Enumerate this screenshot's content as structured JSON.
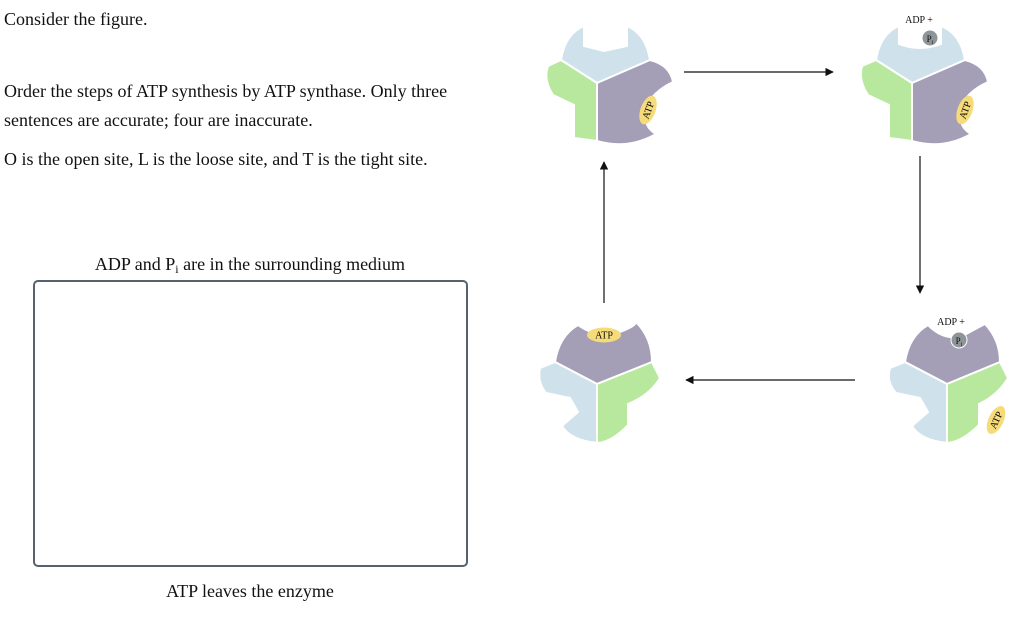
{
  "intro": "Consider the figure.",
  "question": {
    "line1": "Order the steps of ATP synthesis by ATP synthase. Only three sentences are accurate; four are inaccurate.",
    "line2": "O is the open site, L is the loose site, and T is the tight site."
  },
  "ordering": {
    "top_label_prefix": "ADP and P",
    "top_label_sub": "i",
    "top_label_suffix": " are in the surrounding medium",
    "bottom_label": "ATP leaves the enzyme"
  },
  "figure": {
    "atp": "ATP",
    "adp_plus": "ADP +",
    "p": "P",
    "p_sub": "i",
    "colors": {
      "light_blue": "#cfe2ec",
      "green": "#b8e89d",
      "purple": "#a49fb6",
      "yellow": "#f6db7a",
      "phosphate": "#8f9499",
      "outline": "#ffffff"
    }
  }
}
